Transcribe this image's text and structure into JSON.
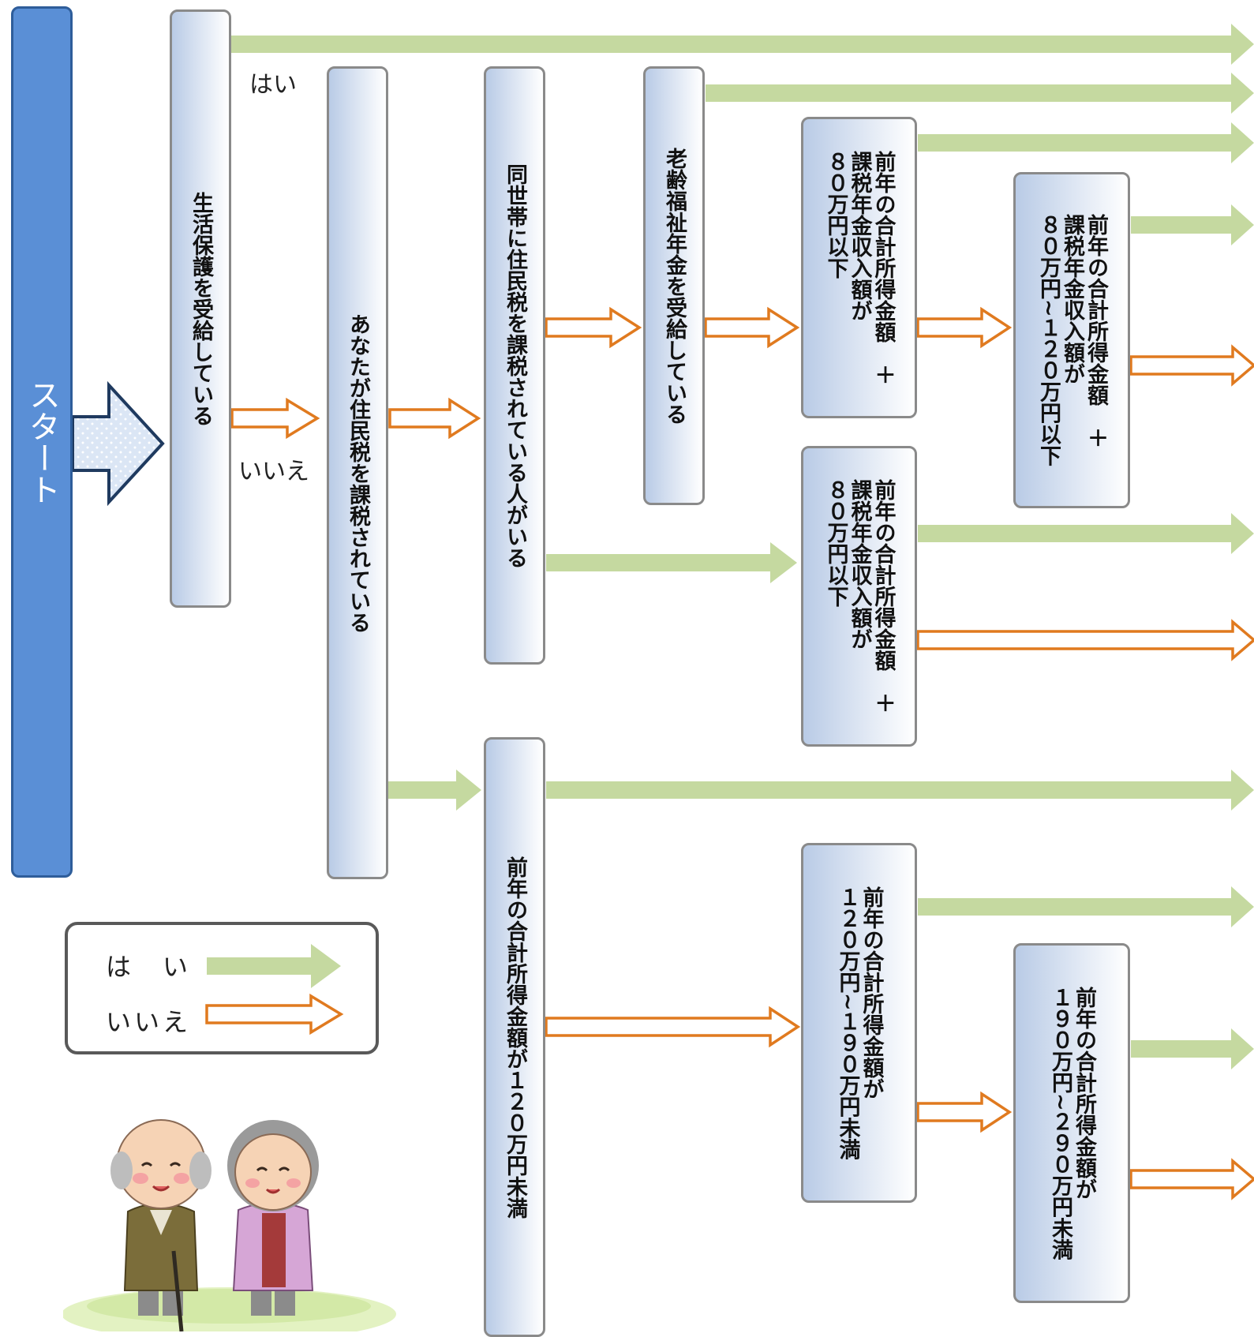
{
  "start_label": "スタート",
  "labels": {
    "yes": "はい",
    "no": "いいえ"
  },
  "boxes": [
    {
      "id": "welfare",
      "text": "生活保護を受給している"
    },
    {
      "id": "self_tax",
      "text": "あなたが住民税を課税されている"
    },
    {
      "id": "household_tax",
      "text": "同世帯に住民税を課税されている人がいる"
    },
    {
      "id": "pension",
      "text": "老齢福祉年金を受給している"
    },
    {
      "id": "income80_a",
      "text": "前年の合計所得金額　＋\n課税年金収入額が\n８０万円以下"
    },
    {
      "id": "income80_120",
      "text": "前年の合計所得金額　＋\n課税年金収入額が\n８０万円~１２０万円以下"
    },
    {
      "id": "income80_b",
      "text": "前年の合計所得金額　＋\n課税年金収入額が\n８０万円以下"
    },
    {
      "id": "income120",
      "text": "前年の合計所得金額が１２０万円未満"
    },
    {
      "id": "income120_190",
      "text": "前年の合計所得金額が\n１２０万円~１９０万円未満"
    },
    {
      "id": "income190_290",
      "text": "前年の合計所得金額が\n１９０万円~２９０万円未満"
    }
  ],
  "legend": {
    "yes": "は　い",
    "no": "いいえ"
  },
  "colors": {
    "yes_arrow": "#c5d9a0",
    "no_arrow": "#e07a1f",
    "start_fill": "#5a8fd6",
    "box_grad": "#b9cbe6",
    "big_arrow": "#1f3a5f"
  }
}
